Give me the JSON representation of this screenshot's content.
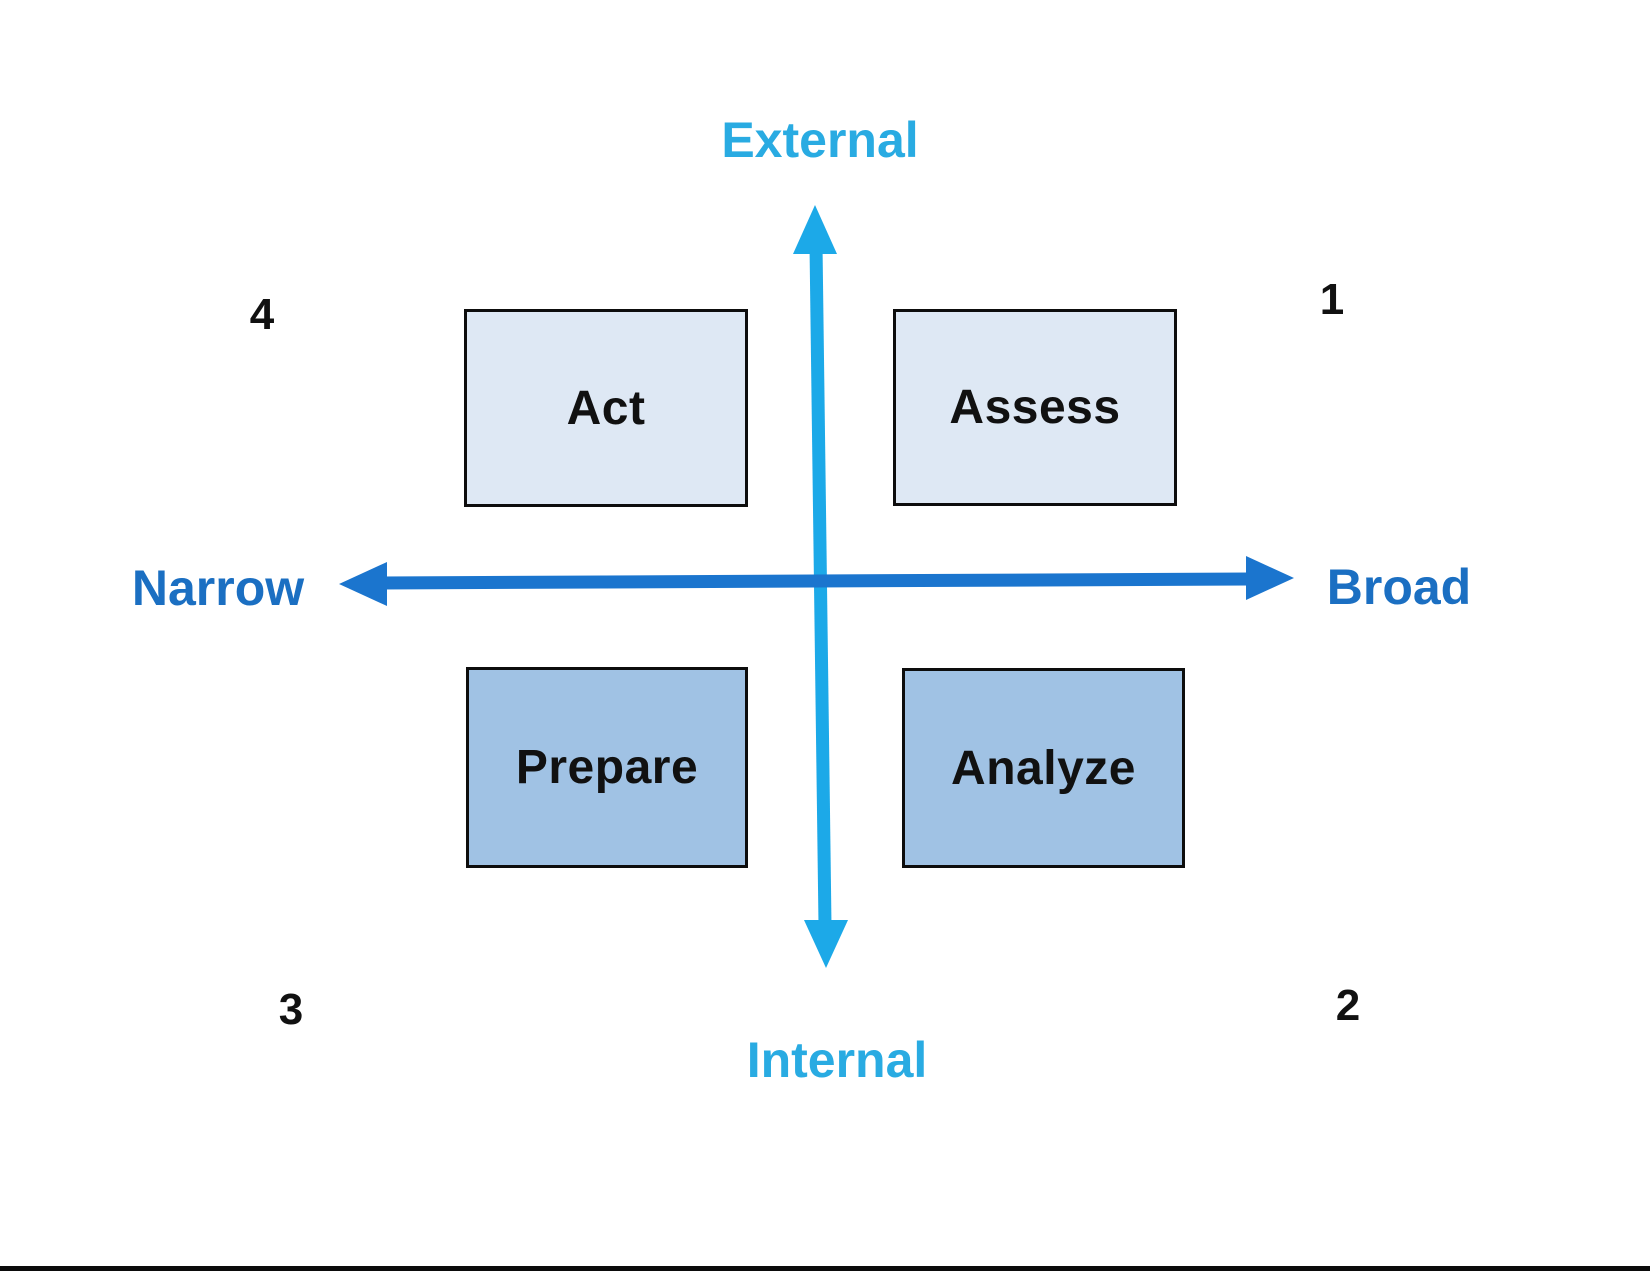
{
  "diagram": {
    "type": "2x2-quadrant-matrix",
    "background": "#FFFFFF",
    "box_border_color": "#0D0D0D",
    "bottom_rule_color": "#0B0B0B",
    "vertical_axis": {
      "top_label": "External",
      "bottom_label": "Internal",
      "label_color": "#29ABE2",
      "arrow_color": "#1CA9E8"
    },
    "horizontal_axis": {
      "left_label": "Narrow",
      "right_label": "Broad",
      "label_color": "#1B6FC2",
      "arrow_color": "#1B75CE"
    },
    "quadrants": [
      {
        "number": "1",
        "label": "Assess",
        "position": "top-right",
        "fill": "#DEE8F4"
      },
      {
        "number": "2",
        "label": "Analyze",
        "position": "bottom-right",
        "fill": "#A0C2E4"
      },
      {
        "number": "3",
        "label": "Prepare",
        "position": "bottom-left",
        "fill": "#A0C2E4"
      },
      {
        "number": "4",
        "label": "Act",
        "position": "top-left",
        "fill": "#DEE8F4"
      }
    ]
  }
}
